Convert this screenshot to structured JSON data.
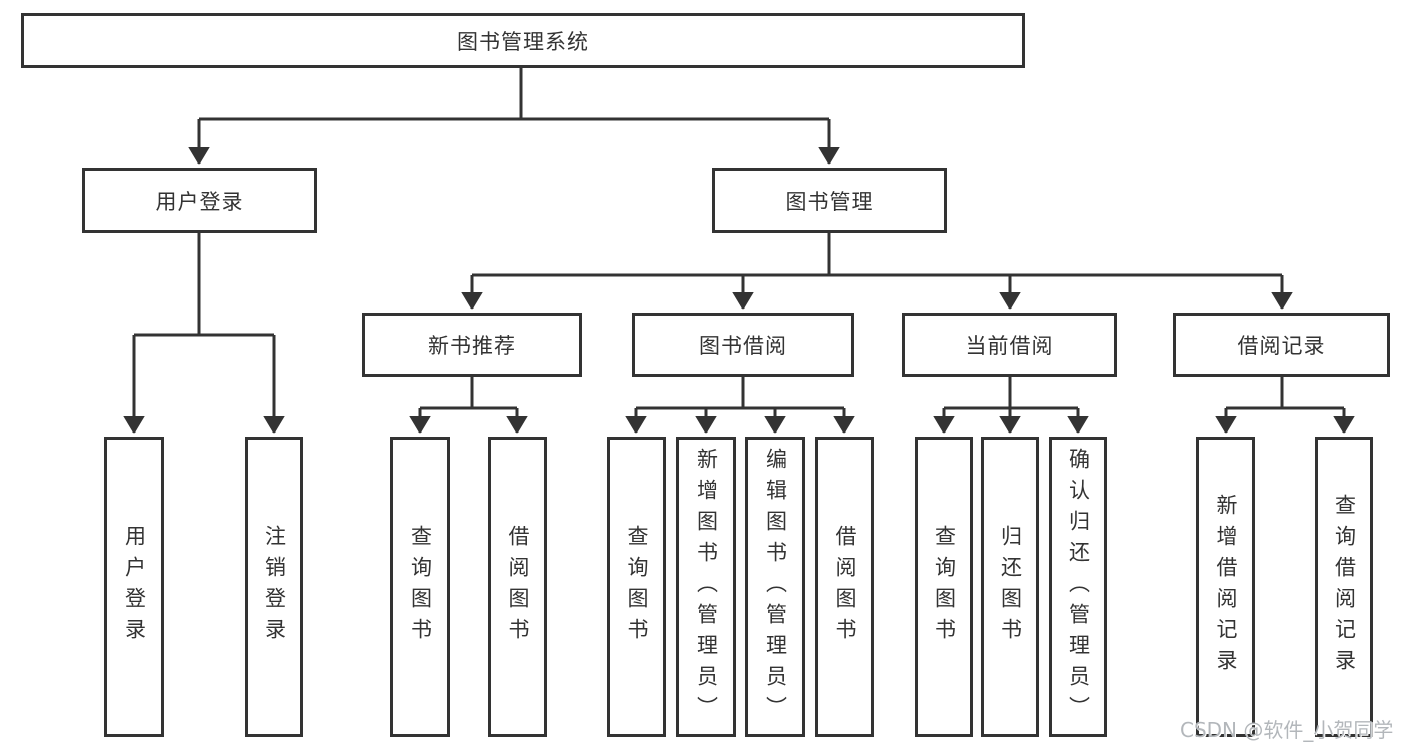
{
  "title": {
    "label": "图书管理系统"
  },
  "level2": [
    {
      "label": "用户登录"
    },
    {
      "label": "图书管理"
    }
  ],
  "level3": [
    {
      "label": "新书推荐"
    },
    {
      "label": "图书借阅"
    },
    {
      "label": "当前借阅"
    },
    {
      "label": "借阅记录"
    }
  ],
  "leaves": {
    "user_login": [
      "用户登录",
      "注销登录"
    ],
    "new_book_recommend": [
      "查询图书",
      "借阅图书"
    ],
    "book_borrow": [
      "查询图书",
      "新增图书（管理员）",
      "编辑图书（管理员）",
      "借阅图书"
    ],
    "current_borrow": [
      "查询图书",
      "归还图书",
      "确认归还（管理员）"
    ],
    "borrow_records": [
      "新增借阅记录",
      "查询借阅记录"
    ]
  },
  "watermark": {
    "label": "CSDN @软件_小贺同学"
  },
  "colors": {
    "line": "#333333",
    "border": "#333333",
    "background": "#ffffff",
    "text": "#333333",
    "watermark": "#b3b7bb"
  }
}
